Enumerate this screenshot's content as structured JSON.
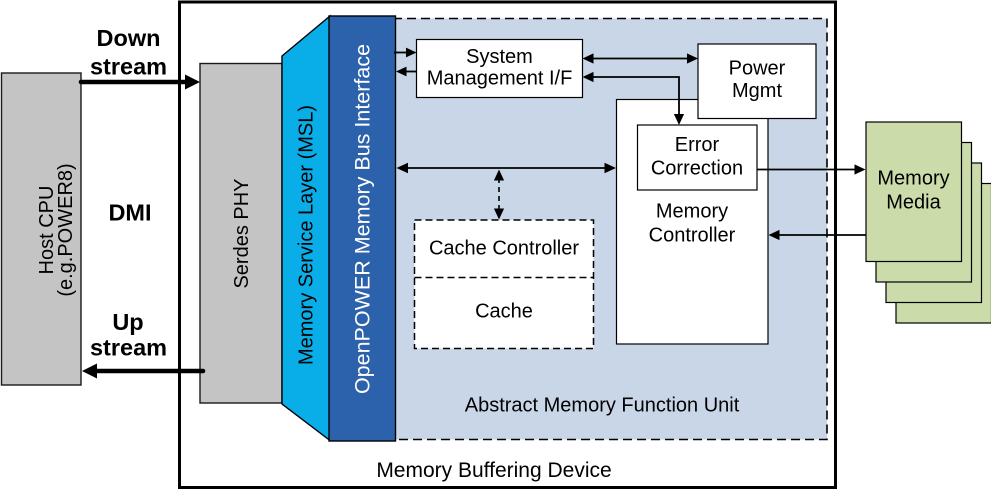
{
  "diagram": {
    "outer_box_label": "Memory Buffering Device",
    "amfu_label": "Abstract Memory Function Unit"
  },
  "nodes": {
    "host_cpu": {
      "line1": "Host CPU",
      "line2": "(e.g.POWER8)"
    },
    "serdes_phy": {
      "label": "Serdes PHY"
    },
    "memory_service_layer": {
      "label": "Memory Service Layer (MSL)"
    },
    "openpower_bus_interface": {
      "label": "OpenPOWER Memory Bus Interface"
    },
    "system_management": {
      "line1": "System",
      "line2": "Management I/F"
    },
    "power_mgmt": {
      "line1": "Power",
      "line2": "Mgmt"
    },
    "error_correction": {
      "line1": "Error",
      "line2": "Correction"
    },
    "memory_controller": {
      "line1": "Memory",
      "line2": "Controller"
    },
    "cache_controller": {
      "label": "Cache Controller"
    },
    "cache": {
      "label": "Cache"
    },
    "memory_media": {
      "line1": "Memory",
      "line2": "Media"
    }
  },
  "links": {
    "downstream": {
      "line1": "Down",
      "line2": "stream"
    },
    "dmi": {
      "label": "DMI"
    },
    "upstream": {
      "line1": "Up",
      "line2": "stream"
    }
  },
  "colors": {
    "grey_fill": "#C4C4C4",
    "grey_stroke": "#1A1A1A",
    "msl_cyan": "#09AEE9",
    "interface_blue": "#2C61AB",
    "amfu_fill": "#C9D6E7",
    "media_green": "#CBDBA9",
    "white": "#FFFFFF",
    "line_black": "#000000"
  }
}
